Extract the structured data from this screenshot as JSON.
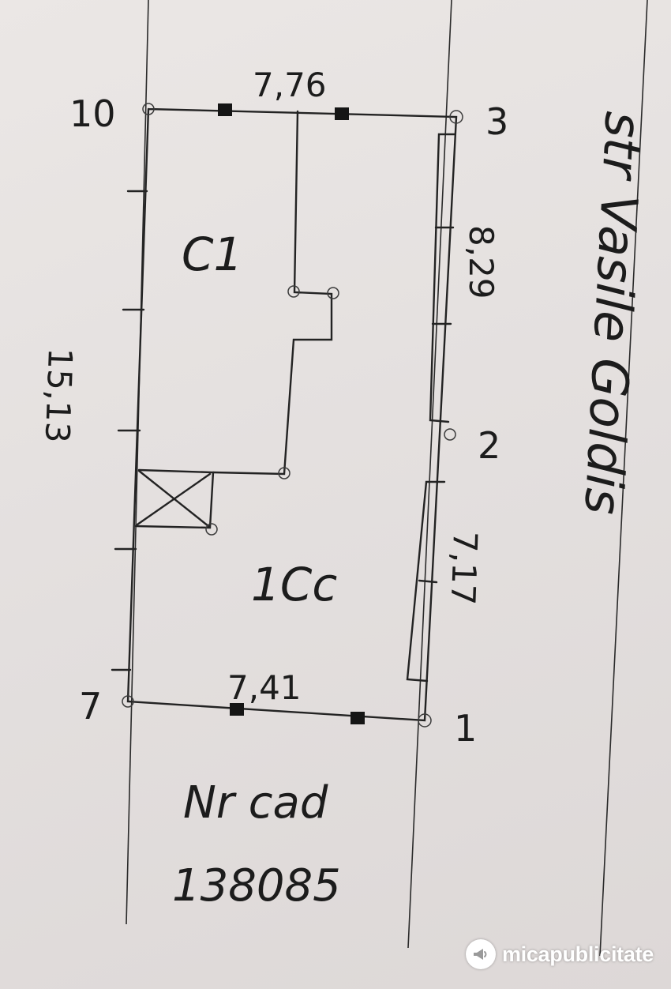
{
  "plan": {
    "vertices": {
      "v10": "10",
      "v3": "3",
      "v2": "2",
      "v1": "1",
      "v7": "7"
    },
    "dimensions": {
      "top": "7,76",
      "right_upper": "8,29",
      "right_lower": "7,17",
      "bottom": "7,41",
      "left": "15,13"
    },
    "rooms": {
      "c1": "C1",
      "cc1": "1Cc"
    },
    "street": "str Vasile Goldis",
    "cadastral": {
      "line1": "Nr cad",
      "line2": "138085"
    }
  },
  "watermark": {
    "text": "micapublicitate"
  },
  "colors": {
    "ink": "#1c1c1c",
    "paper": "#e7e3e2",
    "watermark": "#ffffff"
  }
}
